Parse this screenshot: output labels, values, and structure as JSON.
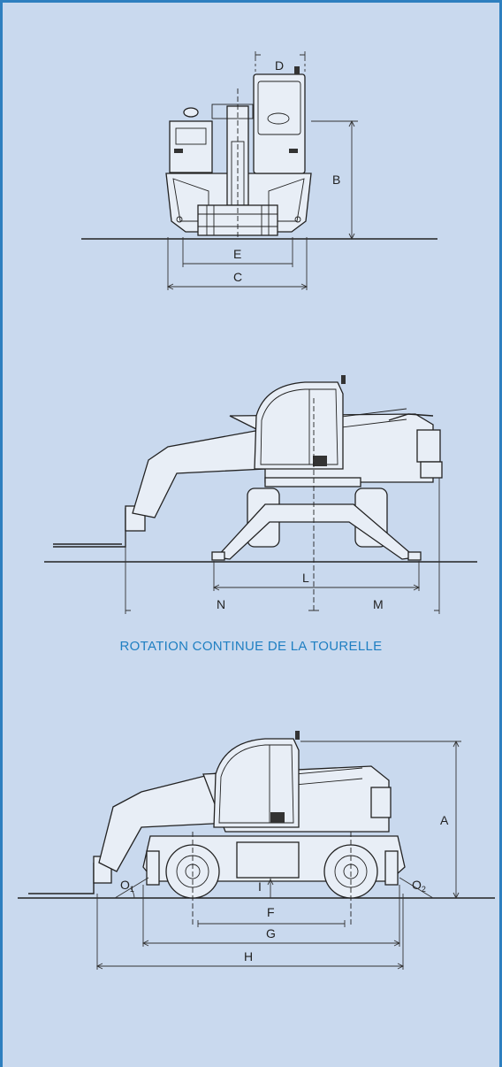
{
  "caption": "ROTATION CONTINUE DE LA TOURELLE",
  "front_view": {
    "labels": {
      "B": "B",
      "C": "C",
      "D": "D",
      "E": "E"
    }
  },
  "side_view_rotation": {
    "labels": {
      "L": "L",
      "M": "M",
      "N": "N"
    }
  },
  "side_view_travel": {
    "labels": {
      "A": "A",
      "F": "F",
      "G": "G",
      "H": "H",
      "I": "I"
    },
    "angle_labels": [
      {
        "letter": "O",
        "sub": "1"
      },
      {
        "letter": "O",
        "sub": "2"
      }
    ]
  },
  "colors": {
    "background": "#c9d9ee",
    "frame": "#2e7fbf",
    "caption": "#1f7fc2",
    "line": "#222222"
  }
}
